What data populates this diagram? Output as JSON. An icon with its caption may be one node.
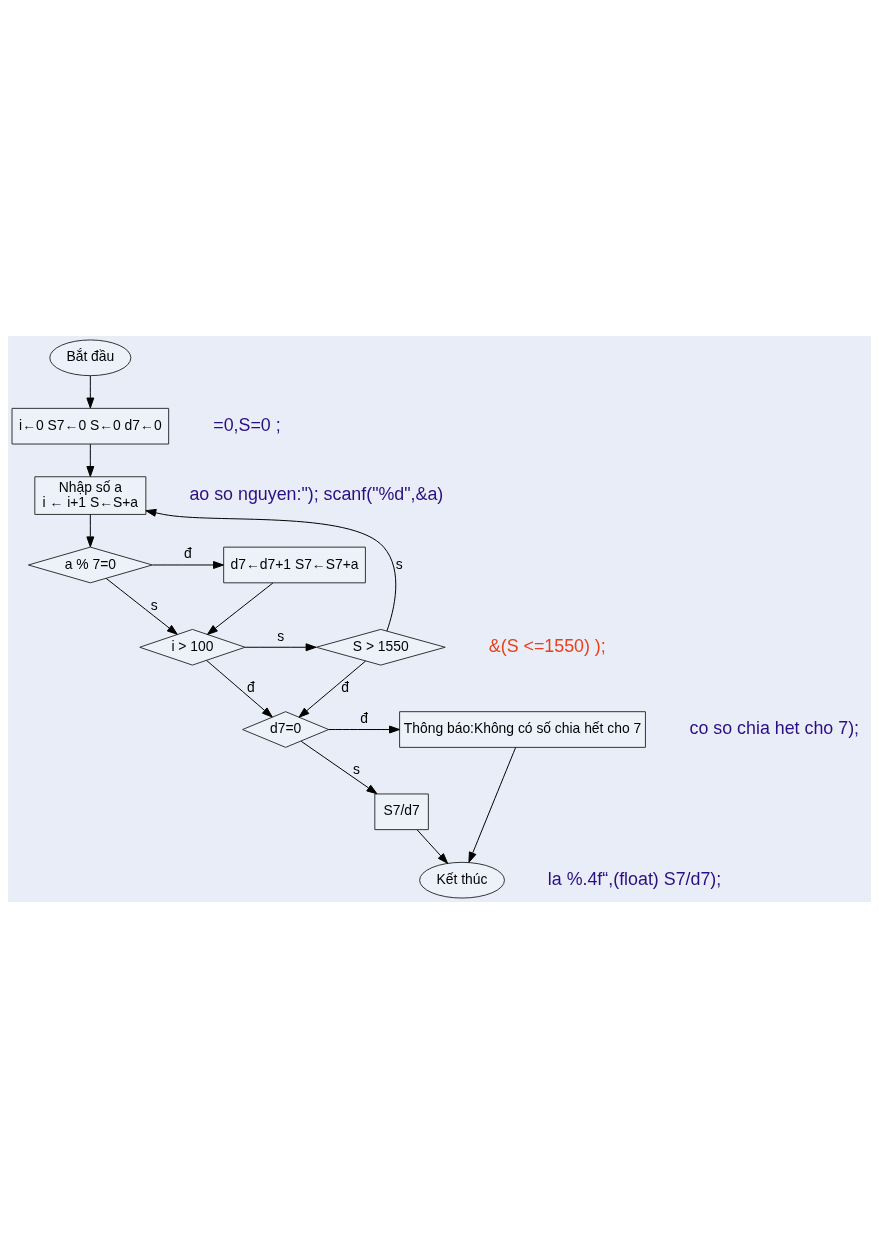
{
  "diagram": {
    "nodes": [
      {
        "text": [
          "Bắt đầu"
        ]
      },
      {
        "text": [
          "i←0 S7←0 S←0 d7←0"
        ]
      },
      {
        "text": [
          "Nhập số a",
          "i ← i+1 S←S+a"
        ]
      },
      {
        "text": [
          "a % 7=0"
        ]
      },
      {
        "text": [
          "d7←d7+1 S7←S7+a"
        ]
      },
      {
        "text": [
          "i > 100"
        ]
      },
      {
        "text": [
          "S > 1550"
        ]
      },
      {
        "text": [
          "d7=0"
        ]
      },
      {
        "text": [
          "S7/d7"
        ]
      },
      {
        "text": [
          "Thông báo:Không có số chia hết cho 7"
        ]
      },
      {
        "text": [
          "Kết thúc"
        ]
      }
    ],
    "edges": [
      {
        "from": 0,
        "to": 1,
        "arrow": "to"
      },
      {
        "from": 1,
        "to": 2,
        "arrow": "to"
      },
      {
        "from": 2,
        "to": 3,
        "arrow": "to"
      },
      {
        "from": 3,
        "to": 4,
        "arrow": "to",
        "label": "đ"
      },
      {
        "from": 3,
        "to": 5,
        "arrow": "to",
        "label": "s"
      },
      {
        "from": 4,
        "to": 5,
        "arrow": "to"
      },
      {
        "from": 5,
        "to": 6,
        "arrow": "to",
        "label": "s"
      },
      {
        "from": 6,
        "to": 2,
        "arrow": "to",
        "label": "s"
      },
      {
        "from": 5,
        "to": 7,
        "arrow": "to",
        "label": "đ"
      },
      {
        "from": 6,
        "to": 7,
        "arrow": "to",
        "label": "đ"
      },
      {
        "from": 7,
        "to": 8,
        "arrow": "to",
        "label": "s"
      },
      {
        "from": 7,
        "to": 9,
        "arrow": "to",
        "label": "đ"
      },
      {
        "from": 9,
        "to": 10,
        "arrow": "to"
      },
      {
        "from": 8,
        "to": 10,
        "arrow": "to"
      }
    ],
    "labels": [
      "=0,S=0 ;",
      "ao so nguyen:\"); scanf(\"%d\",&a)",
      "&(S <=1550) );",
      "co so chia het cho 7);",
      "la %.4f“,(float) S7/d7);"
    ]
  }
}
